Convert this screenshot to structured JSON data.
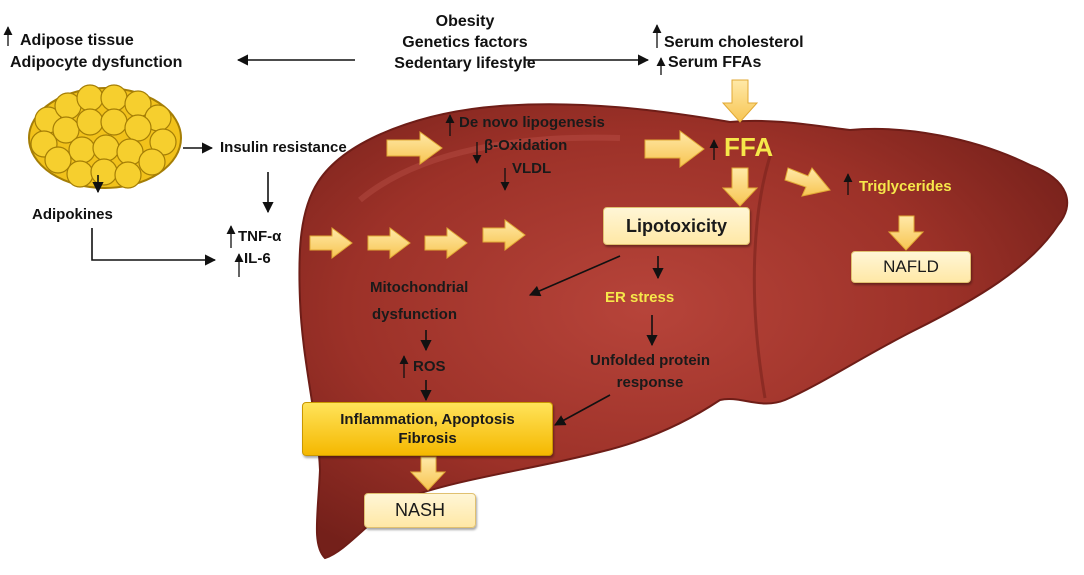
{
  "labels": {
    "adipose_tissue": "Adipose tissue",
    "adipocyte_dysfunction": "Adipocyte dysfunction",
    "obesity": "Obesity",
    "genetics": "Genetics factors",
    "sedentary": "Sedentary lifestyle",
    "serum_cholesterol": "Serum cholesterol",
    "serum_ffas": "Serum FFAs",
    "insulin_resistance": "Insulin resistance",
    "adipokines": "Adipokines",
    "tnf": "TNF-α",
    "il6": "IL-6",
    "de_novo": "De novo lipogenesis",
    "beta_ox": "β-Oxidation",
    "vldl": "VLDL",
    "ffa": "FFA",
    "lipotoxicity": "Lipotoxicity",
    "triglycerides": "Triglycerides",
    "nafld": "NAFLD",
    "mito_1": "Mitochondrial",
    "mito_2": "dysfunction",
    "er_stress": "ER stress",
    "ros": "ROS",
    "upr_1": "Unfolded protein",
    "upr_2": "response",
    "inflam_1": "Inflammation, Apoptosis",
    "inflam_2": "Fibrosis",
    "nash": "NASH"
  },
  "colors": {
    "liver": "#9c3128",
    "arrow_fill": "#ffd97a",
    "box_gold": "#f5c400",
    "box_cream": "#fff0c2",
    "fat": "#f2c21b",
    "yellow_text": "#f6e84a"
  }
}
